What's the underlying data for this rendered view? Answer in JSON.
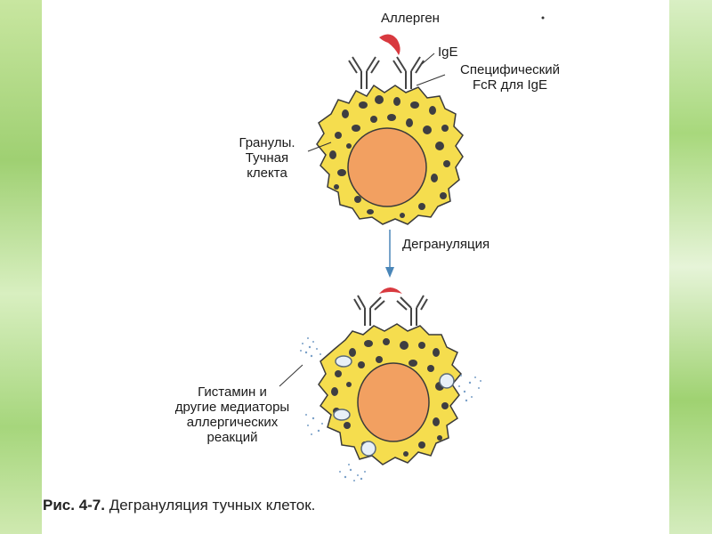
{
  "diagram": {
    "allergen_label": "Аллерген",
    "ige_label": "IgE",
    "fcr_line1": "Специфический",
    "fcr_line2": "FcR для IgE",
    "granules_line1": "Гранулы.",
    "granules_line2": "Тучная",
    "granules_line3": "клекта",
    "degranulation_label": "Дегрануляция",
    "histamine_line1": "Гистамин и",
    "histamine_line2": "другие медиаторы",
    "histamine_line3": "аллергических",
    "histamine_line4": "реакций"
  },
  "caption": {
    "number": "Рис. 4-7.",
    "text": "Дегрануляция тучных клеток."
  },
  "colors": {
    "cell": "#f5dd4e",
    "nucleus": "#f2a061",
    "granule": "#3e3e42",
    "allergen": "#d8393f",
    "arrow": "#4a86b8"
  }
}
